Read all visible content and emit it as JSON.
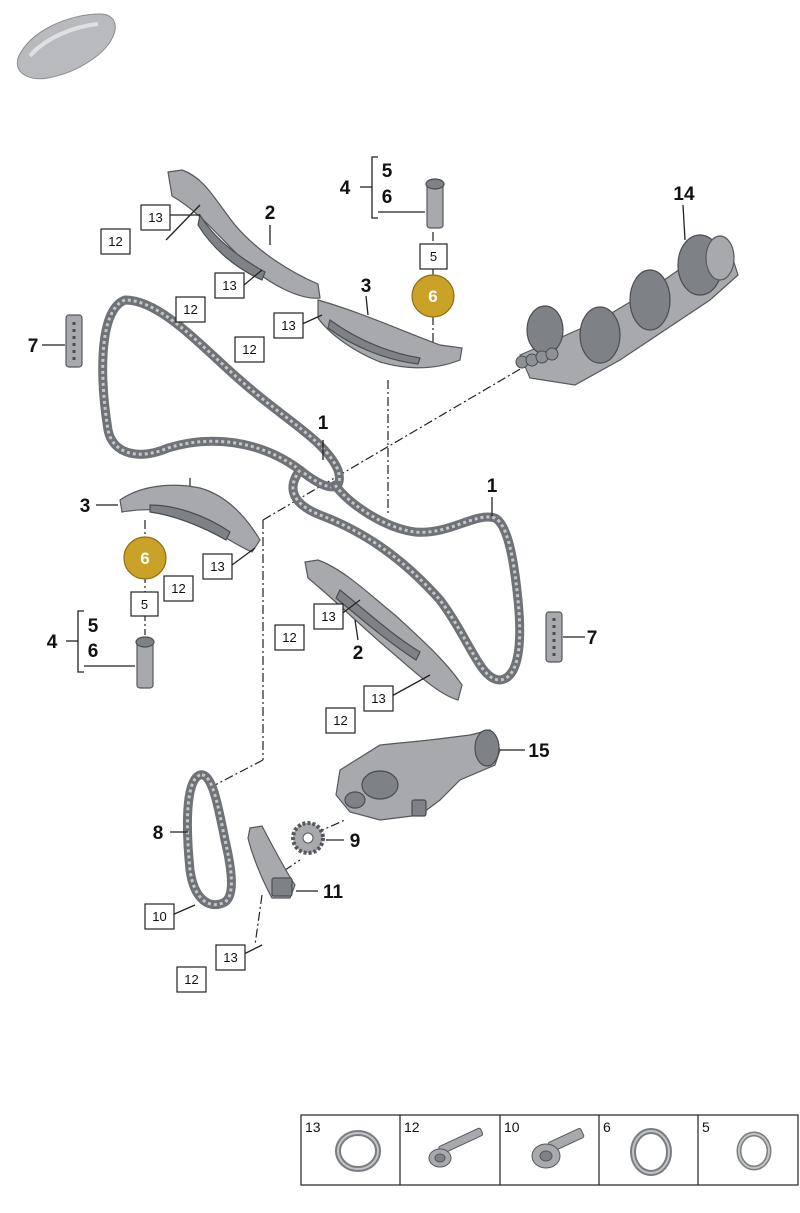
{
  "diagram": {
    "labels": {
      "chain_upper": "1",
      "chain_lower": "1",
      "guide_top": "2",
      "guide_bottom": "2",
      "tensioner_rail_top": "3",
      "tensioner_rail_left": "3",
      "tensioner_group_top": "4",
      "tensioner_group_left": "4",
      "tensioner_sub5_top": "5",
      "tensioner_sub6_top": "6",
      "tensioner_sub5_left": "5",
      "tensioner_sub6_left": "6",
      "pad_left": "7",
      "pad_right": "7",
      "oil_pump_chain": "8",
      "sprocket": "9",
      "pump_tensioner": "11",
      "crankshaft": "14",
      "oil_pump": "15"
    },
    "boxes": {
      "b13_a": "13",
      "b12_a": "12",
      "b13_b": "13",
      "b12_b": "12",
      "b13_c": "13",
      "b12_c": "12",
      "b5_top": "5",
      "b13_d": "13",
      "b12_d": "12",
      "b5_left": "5",
      "b13_e": "13",
      "b12_e": "12",
      "b13_f": "13",
      "b12_f": "12",
      "b10": "10",
      "b13_g": "13",
      "b12_g": "12"
    },
    "badges": {
      "top": "6",
      "left": "6"
    },
    "highlight_color": "#c9a227"
  },
  "legend": {
    "items": [
      {
        "num": "13",
        "icon": "o-ring-icon"
      },
      {
        "num": "12",
        "icon": "bolt-icon"
      },
      {
        "num": "10",
        "icon": "shoulder-bolt-icon"
      },
      {
        "num": "6",
        "icon": "seal-ring-icon"
      },
      {
        "num": "5",
        "icon": "o-ring-icon"
      }
    ]
  }
}
